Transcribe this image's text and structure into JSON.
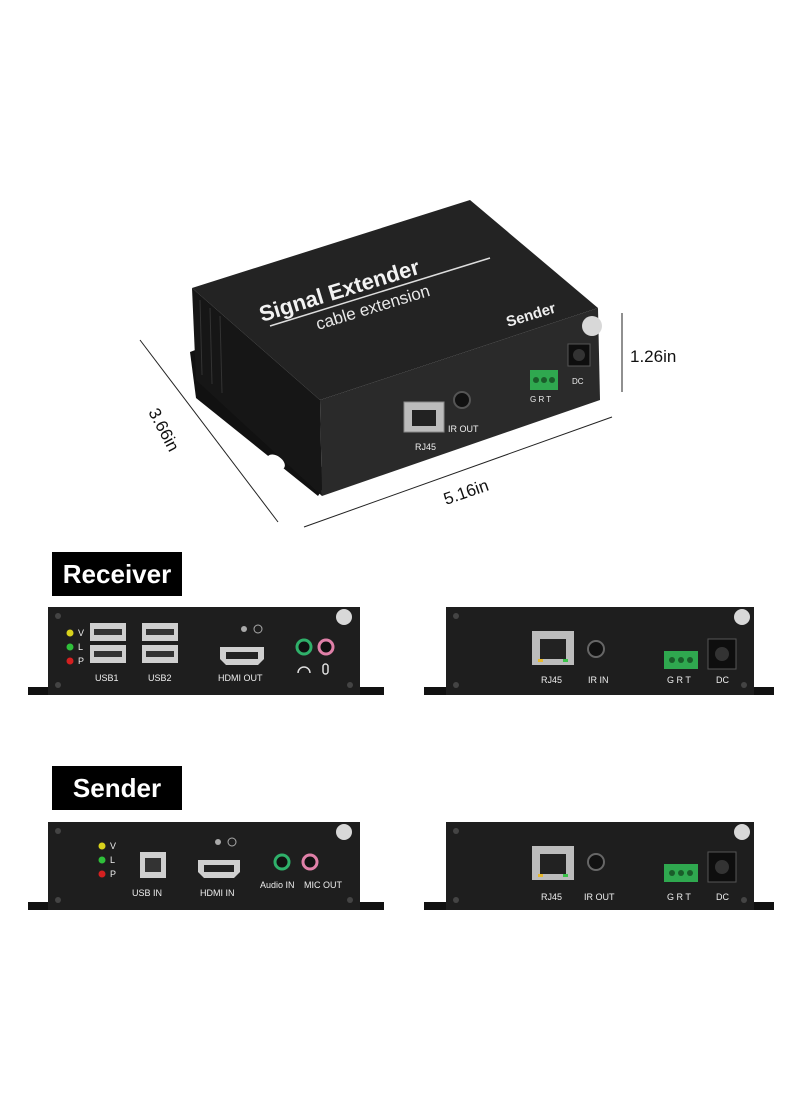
{
  "product": {
    "brand_text": "Signal Extender",
    "sub_text": "cable extension",
    "unit_label": "Sender",
    "ports_front": [
      "RJ45",
      "IR OUT"
    ],
    "terminal_label": "G R T",
    "dc_label": "DC"
  },
  "dimensions": {
    "depth": "3.66in",
    "width": "5.16in",
    "height": "1.26in"
  },
  "receiver": {
    "title": "Receiver",
    "front_leds": [
      "V",
      "L",
      "P"
    ],
    "front_ports": [
      "USB1",
      "USB2",
      "HDMI OUT"
    ],
    "back_ports": [
      "RJ45",
      "IR IN",
      "G R T",
      "DC"
    ]
  },
  "sender": {
    "title": "Sender",
    "front_leds": [
      "V",
      "L",
      "P"
    ],
    "front_ports": [
      "USB IN",
      "HDMI IN",
      "Audio IN",
      "MIC OUT"
    ],
    "back_ports": [
      "RJ45",
      "IR OUT",
      "G R T",
      "DC"
    ]
  },
  "colors": {
    "case": "#1e1e1e",
    "terminal_green": "#2fa84f",
    "label_bg": "#000000",
    "led_yellow": "#d8d21c",
    "led_green": "#2fbf3a",
    "led_red": "#d42020",
    "audio_green": "#2fb06a",
    "audio_pink": "#e080a8"
  }
}
